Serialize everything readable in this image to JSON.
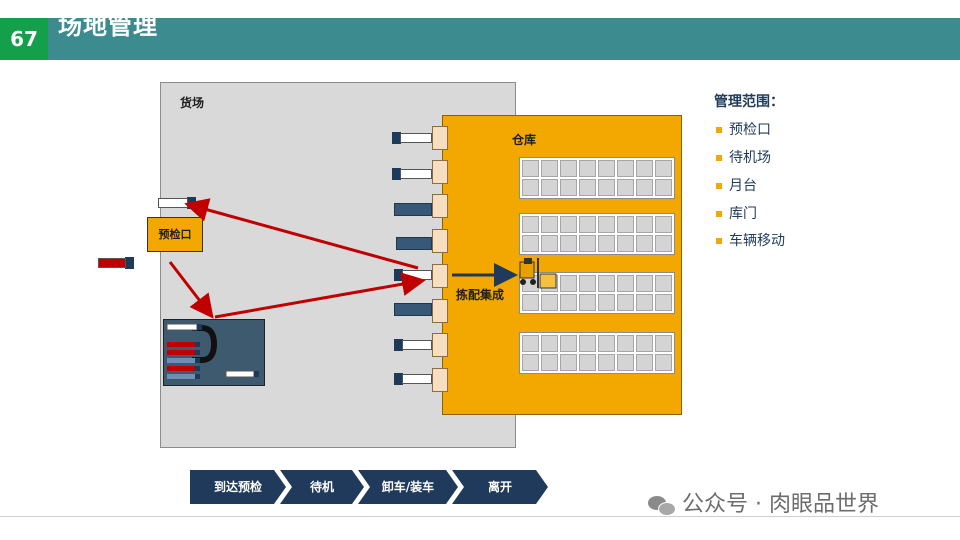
{
  "header": {
    "page_number": "67",
    "title": "场地管理"
  },
  "diagram": {
    "yard_label": "货场",
    "warehouse_label": "仓库",
    "precheck_label": "预检口",
    "picking_label": "拣配集成"
  },
  "legend": {
    "title": "管理范围：",
    "items": [
      "预检口",
      "待机场",
      "月台",
      "库门",
      "车辆移动"
    ]
  },
  "process": [
    "到达预检",
    "待机",
    "卸车/装车",
    "离开"
  ],
  "watermark": "公众号 · 肉眼品世界",
  "colors": {
    "header": "#3b8b8f",
    "page_number_bg": "#14a04a",
    "warehouse": "#f2a800",
    "arrow": "#c00000",
    "chevron": "#1f3a5a"
  }
}
